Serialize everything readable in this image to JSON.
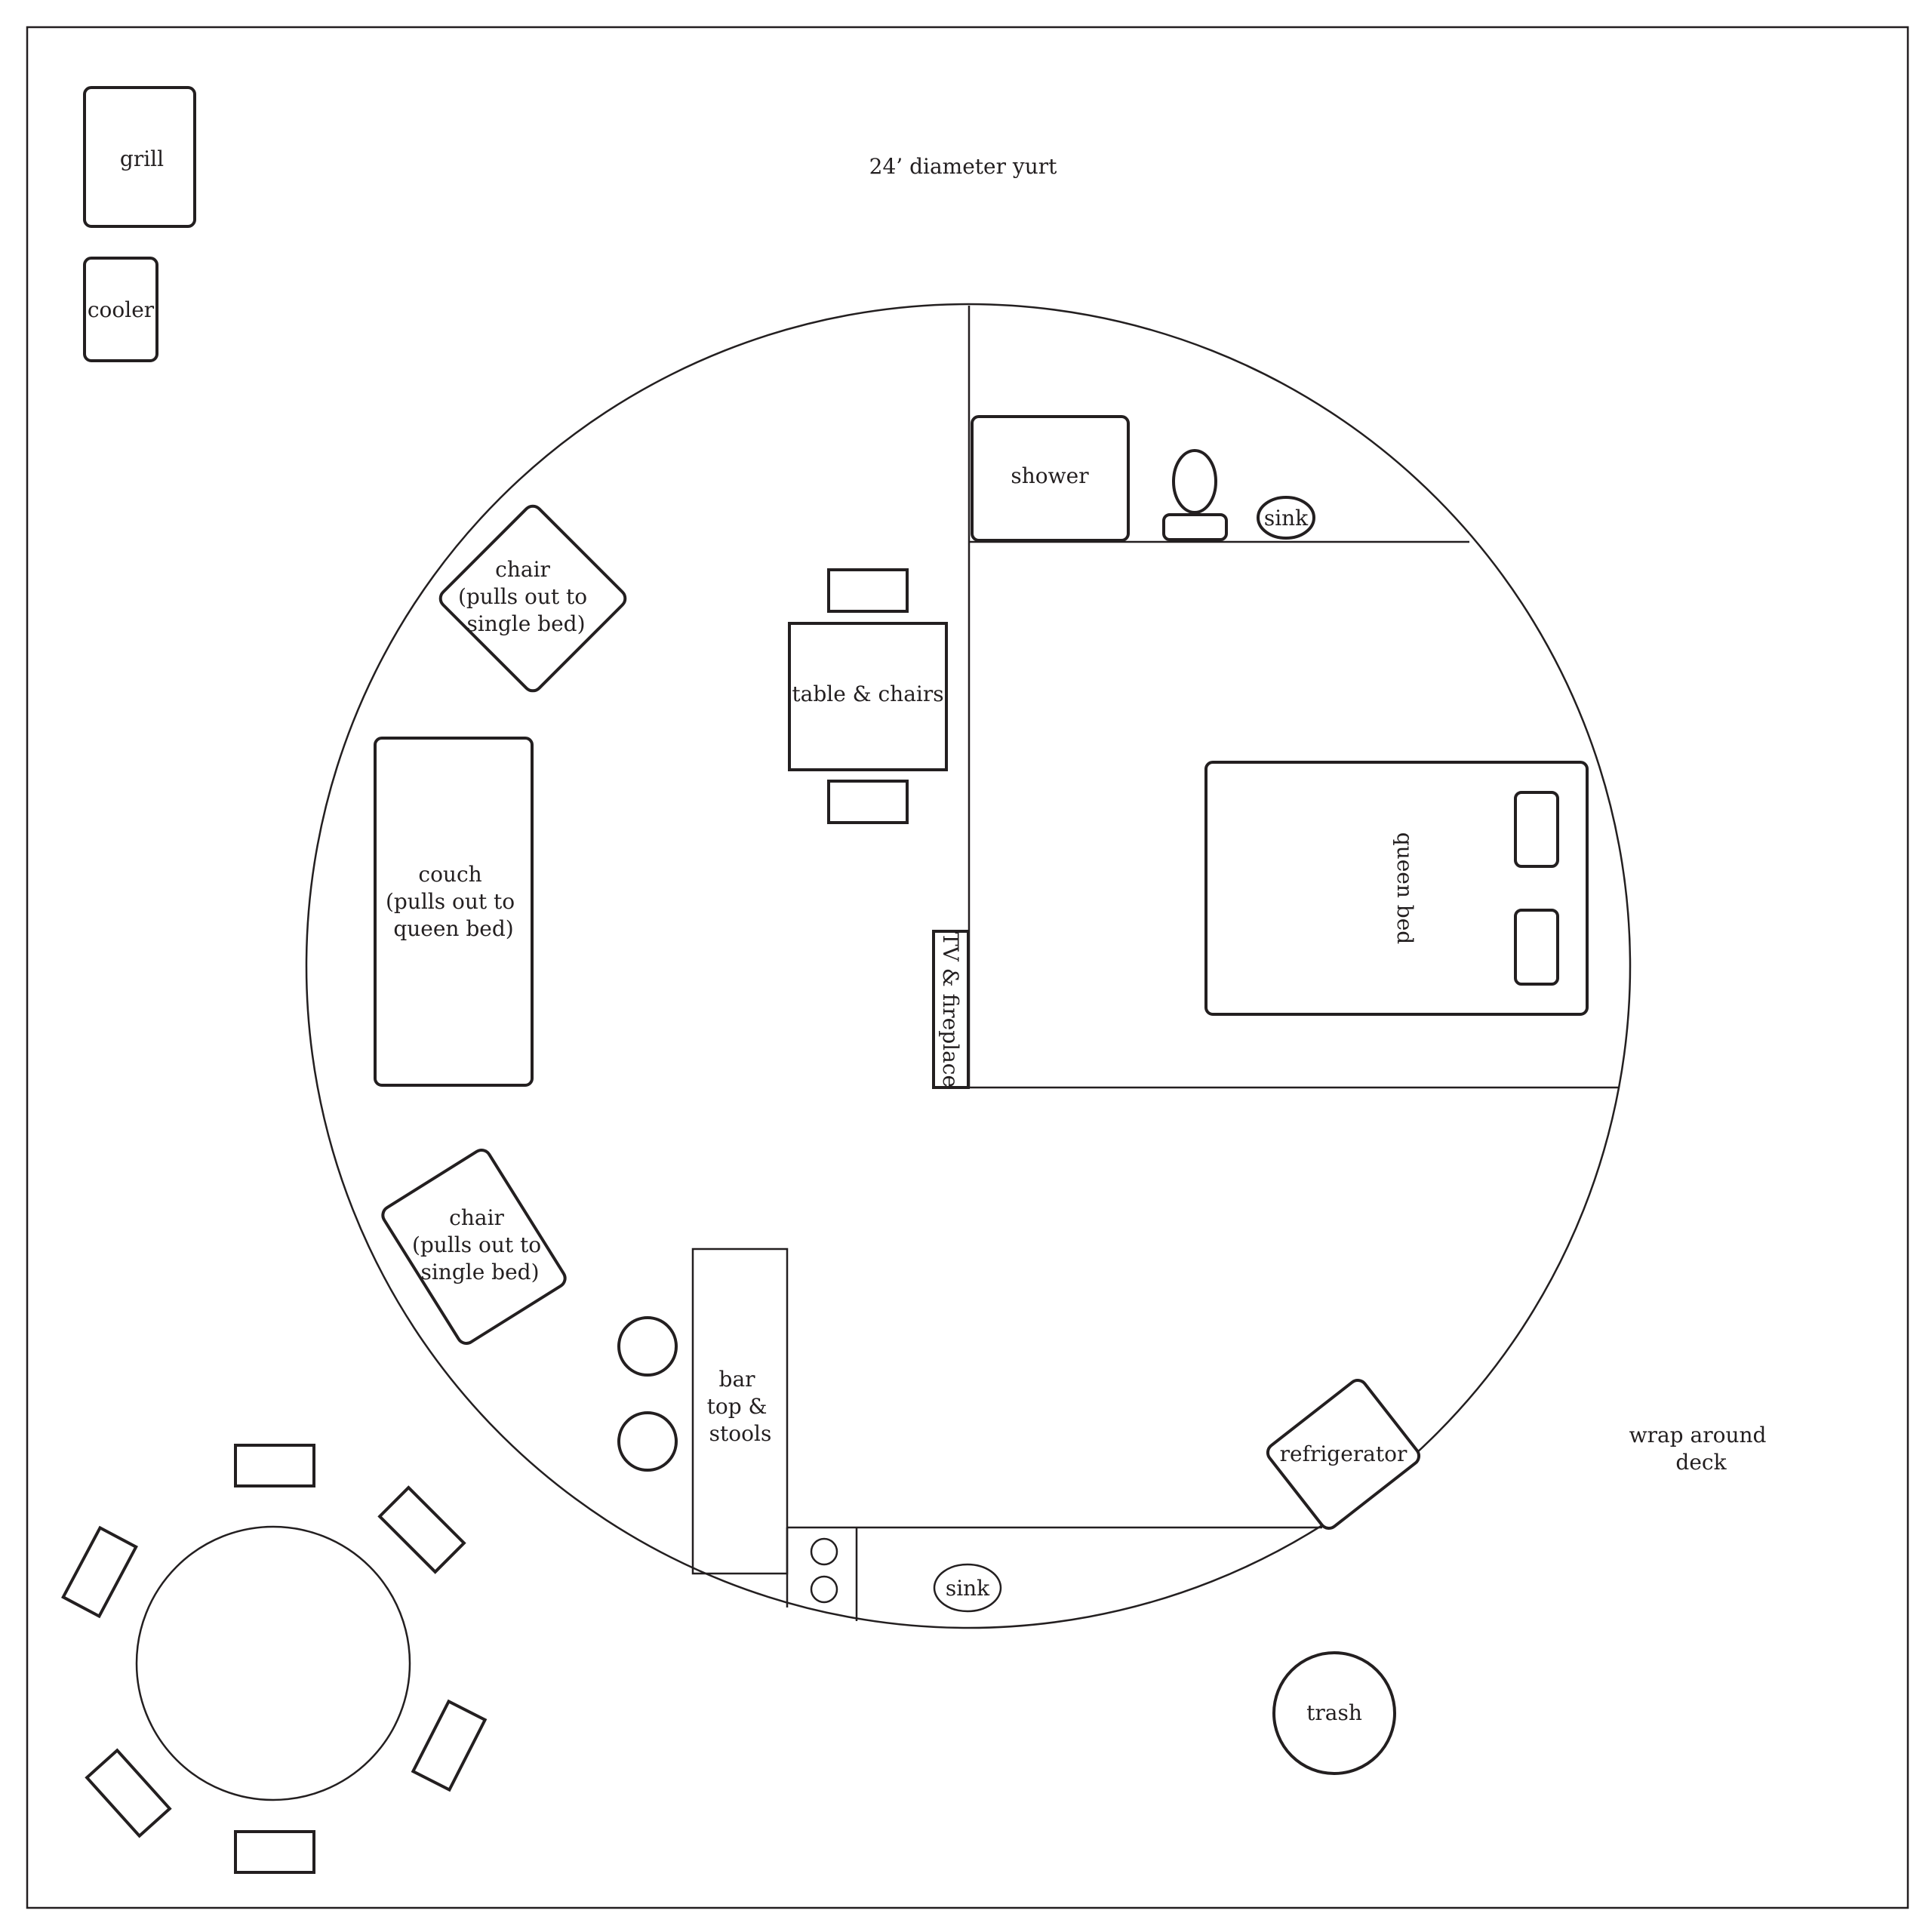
{
  "title": "24’ diameter yurt",
  "labels": {
    "grill": "grill",
    "cooler": "cooler",
    "shower": "shower",
    "bath_sink": "sink",
    "table": "table & chairs",
    "chair_top": [
      "chair",
      "(pulls out to",
      "single bed)"
    ],
    "couch": [
      "couch",
      "(pulls out to",
      "queen bed)"
    ],
    "chair_bottom": [
      "chair",
      "(pulls out to",
      "single bed)"
    ],
    "tv": "TV & fireplace",
    "queen_bed": "queen bed",
    "bar": [
      "bar",
      "top &",
      "stools"
    ],
    "refrigerator": "refrigerator",
    "kitchen_sink": "sink",
    "trash": "trash",
    "deck": [
      "wrap around",
      "deck"
    ]
  }
}
